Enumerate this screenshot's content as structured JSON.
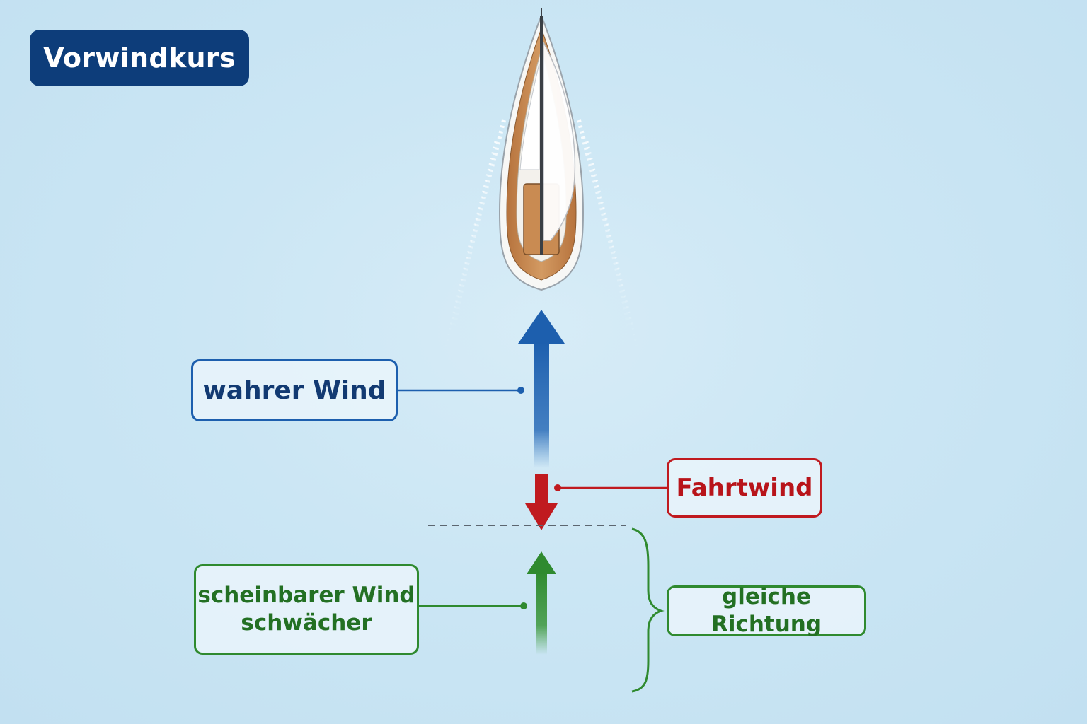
{
  "title": "Vorwindkurs",
  "labels": {
    "true_wind": "wahrer Wind",
    "headwind": "Fahrtwind",
    "apparent_wind_line1": "scheinbarer Wind",
    "apparent_wind_line2": "schwächer",
    "same_direction": "gleiche Richtung"
  },
  "colors": {
    "title_badge": "#0d3d7a",
    "true_wind": "#1d5fae",
    "headwind": "#c01a1f",
    "apparent_wind": "#2f8a2f",
    "water": "#cbe6f4"
  },
  "icons": {
    "boat": "sailboat-top-view-icon",
    "true_wind_arrow": "arrow-up-icon",
    "headwind_arrow": "arrow-down-icon",
    "apparent_wind_arrow": "arrow-up-icon"
  }
}
